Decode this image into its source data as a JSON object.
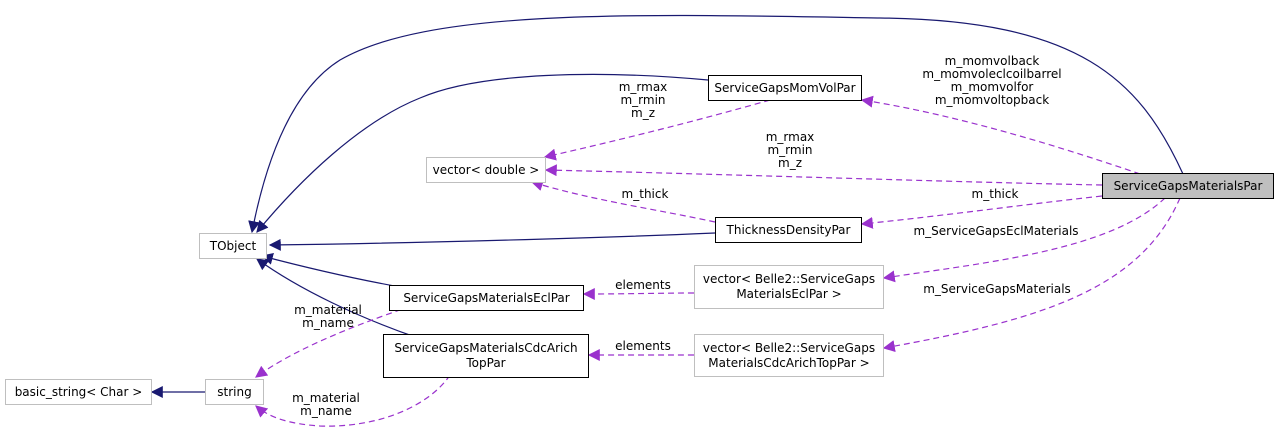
{
  "nodes": {
    "tobject": {
      "label": "TObject"
    },
    "vector_double": {
      "label": "vector< double >"
    },
    "mom_vol_par": {
      "label": "ServiceGapsMomVolPar"
    },
    "materials_par": {
      "label": "ServiceGapsMaterialsPar"
    },
    "thickness_density_par": {
      "label": "ThicknessDensityPar"
    },
    "materials_ecl_par": {
      "label": "ServiceGapsMaterialsEclPar"
    },
    "vector_ecl": {
      "line1": "vector< Belle2::ServiceGaps",
      "line2": "MaterialsEclPar >"
    },
    "materials_cdc": {
      "line1": "ServiceGapsMaterialsCdcArich",
      "line2": "TopPar"
    },
    "vector_cdc": {
      "line1": "vector< Belle2::ServiceGaps",
      "line2": "MaterialsCdcArichTopPar >"
    },
    "basic_string": {
      "label": "basic_string< Char >"
    },
    "string": {
      "label": "string"
    }
  },
  "edge_labels": {
    "momvol_members": [
      "m_momvolback",
      "m_momvoleclcoilbarrel",
      "m_momvolfor",
      "m_momvoltopback"
    ],
    "momvol_vector": [
      "m_rmax",
      "m_rmin",
      "m_z"
    ],
    "materials_vector": [
      "m_rmax",
      "m_rmin",
      "m_z"
    ],
    "thickness_vector": [
      "m_thick"
    ],
    "materials_thickness": [
      "m_thick"
    ],
    "ecl_materials": [
      "m_ServiceGapsEclMaterials"
    ],
    "gaps_materials": [
      "m_ServiceGapsMaterials"
    ],
    "ecl_elements": [
      "elements"
    ],
    "cdc_elements": [
      "elements"
    ],
    "ecl_string": [
      "m_material",
      "m_name"
    ],
    "cdc_string": [
      "m_material",
      "m_name"
    ]
  },
  "colors": {
    "inheritance": "#191970",
    "usage": "#9a32cd",
    "focus_fill": "#bfbfbf",
    "node_border_weak": "#bfbfbf",
    "node_border_strong": "#000000"
  }
}
